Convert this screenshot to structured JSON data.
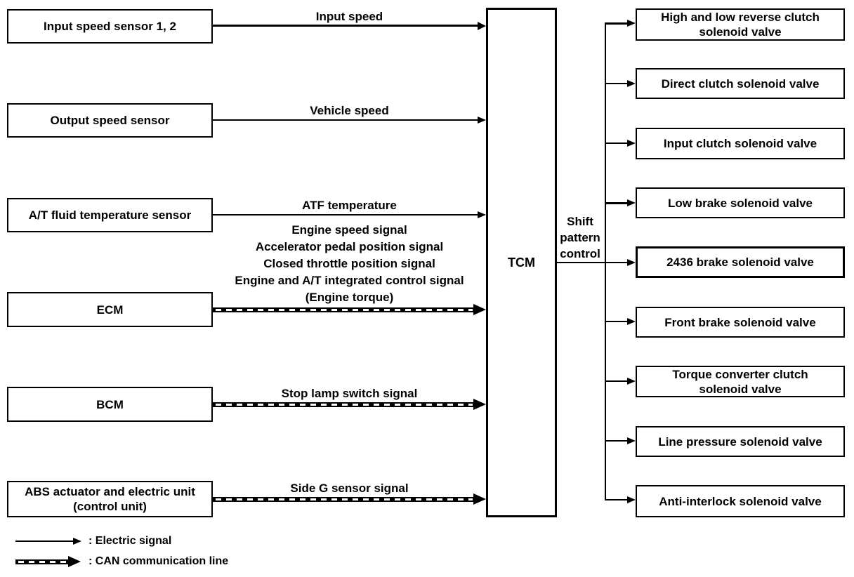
{
  "diagram": {
    "center_box_label": "TCM",
    "output_arrow_label": {
      "lines": [
        "Shift",
        "pattern",
        "control"
      ]
    },
    "inputs": [
      {
        "box": "Input speed sensor 1, 2",
        "signal": "Input speed",
        "line_type": "electric"
      },
      {
        "box": "Output speed sensor",
        "signal": "Vehicle speed",
        "line_type": "electric"
      },
      {
        "box": "A/T fluid temperature sensor",
        "signal": "ATF temperature",
        "line_type": "electric"
      },
      {
        "box": "ECM",
        "signals": [
          "Engine speed signal",
          "Accelerator pedal position signal",
          "Closed throttle position signal",
          "Engine and A/T integrated control signal",
          "(Engine torque)"
        ],
        "line_type": "can"
      },
      {
        "box": "BCM",
        "signal": "Stop lamp switch signal",
        "line_type": "can"
      },
      {
        "box_lines": [
          "ABS actuator and electric unit",
          "(control unit)"
        ],
        "signal": "Side G sensor signal",
        "line_type": "can"
      }
    ],
    "outputs": [
      {
        "lines": [
          "High and low reverse clutch",
          "solenoid valve"
        ]
      },
      {
        "lines": [
          "Direct clutch solenoid valve"
        ]
      },
      {
        "lines": [
          "Input clutch solenoid valve"
        ]
      },
      {
        "lines": [
          "Low brake solenoid valve"
        ]
      },
      {
        "lines": [
          "2436 brake solenoid valve"
        ]
      },
      {
        "lines": [
          "Front brake solenoid valve"
        ]
      },
      {
        "lines": [
          "Torque converter clutch",
          "solenoid valve"
        ]
      },
      {
        "lines": [
          "Line pressure solenoid valve"
        ]
      },
      {
        "lines": [
          "Anti-interlock solenoid valve"
        ]
      }
    ],
    "legend": [
      {
        "type": "electric",
        "label": ": Electric signal"
      },
      {
        "type": "can",
        "label": ": CAN communication line"
      }
    ],
    "colors": {
      "line": "#000000",
      "background": "#ffffff"
    }
  }
}
